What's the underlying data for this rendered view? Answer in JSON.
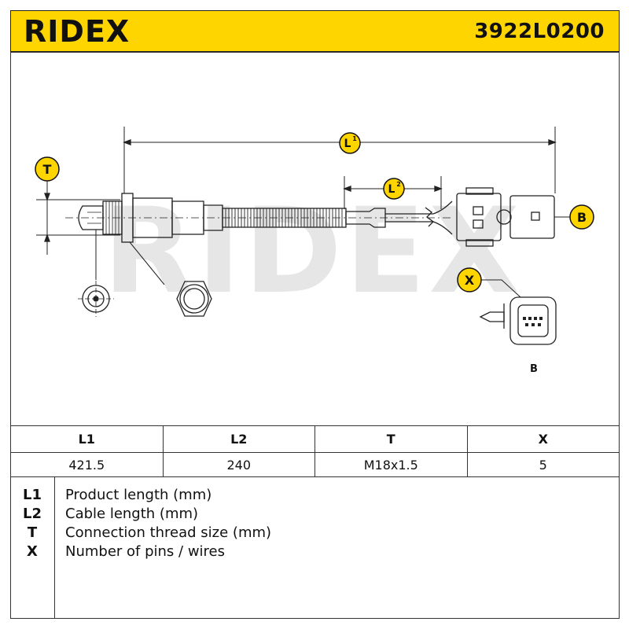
{
  "header": {
    "brand": "RIDEX",
    "part_number": "3922L0200",
    "background": "#ffd500"
  },
  "watermark": {
    "text": "RIDEX",
    "color": "#e6e6e6"
  },
  "drawing": {
    "badges": {
      "t": "T",
      "l1": "L",
      "l1_sup": "1",
      "l2": "L",
      "l2_sup": "2",
      "b": "B",
      "x": "X"
    },
    "badge_color": "#ffd500",
    "connector_caption": "B"
  },
  "table": {
    "headers": [
      "L1",
      "L2",
      "T",
      "X"
    ],
    "values": [
      "421.5",
      "240",
      "M18x1.5",
      "5"
    ]
  },
  "legend": [
    {
      "key": "L1",
      "text": "Product length (mm)"
    },
    {
      "key": "L2",
      "text": "Cable length (mm)"
    },
    {
      "key": "T",
      "text": "Connection thread size (mm)"
    },
    {
      "key": "X",
      "text": "Number of pins / wires"
    }
  ]
}
